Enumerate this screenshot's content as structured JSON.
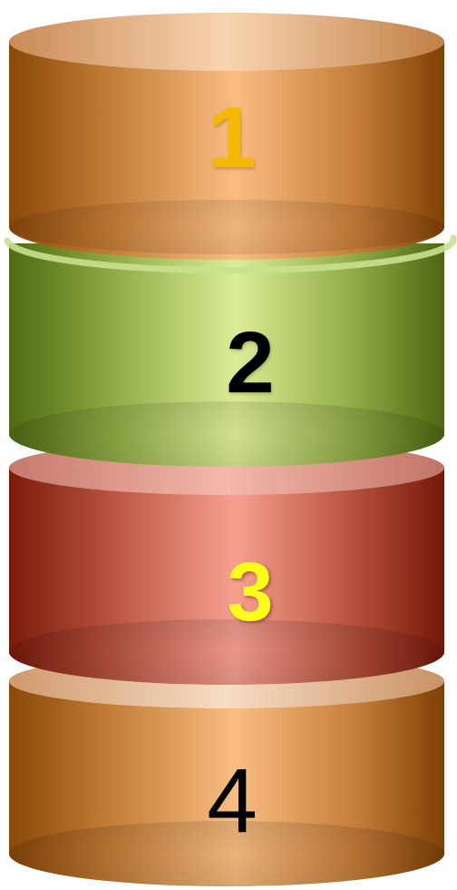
{
  "segments": [
    {
      "label": "1",
      "label_color": "#f5b800",
      "base": "#b0651e",
      "light": "#f7bc82",
      "top_cap": "#f0c39a"
    },
    {
      "label": "2",
      "label_color": "#000000",
      "base": "#5f7a1c",
      "light": "#d8ea93",
      "top_cap": "#c7df8a"
    },
    {
      "label": "3",
      "label_color": "#ffff1a",
      "base": "#8f2a16",
      "light": "#f59a8a",
      "top_cap": "#f0a496"
    },
    {
      "label": "4",
      "label_color": "#000000",
      "base": "#b0651e",
      "light": "#f7bc82",
      "top_cap": "#f0c39a"
    }
  ]
}
